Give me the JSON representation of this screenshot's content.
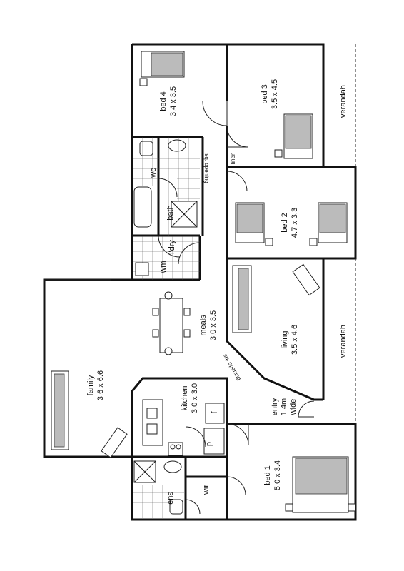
{
  "rooms": {
    "bed4": {
      "name": "bed 4",
      "dim": "3.4 x 3.5"
    },
    "bed3": {
      "name": "bed 3",
      "dim": "3.5 x 4.5"
    },
    "verandah_top": {
      "name": "verandah"
    },
    "bed2": {
      "name": "bed 2",
      "dim": "4.7 x 3.3"
    },
    "living": {
      "name": "living",
      "dim": "3.5 x 4.6"
    },
    "verandah_bottom": {
      "name": "verandah"
    },
    "meals": {
      "name": "meals",
      "dim": "3.0 x 3.5"
    },
    "family": {
      "name": "family",
      "dim": "3.6 x 6.6"
    },
    "kitchen": {
      "name": "kitchen",
      "dim": "3.0 x 3.0"
    },
    "entry": {
      "name": "entry",
      "dim": "1.4m",
      "note": "wide"
    },
    "bed1": {
      "name": "bed 1",
      "dim": "5.0 x 3.4"
    }
  },
  "small_rooms": {
    "wc": "wc",
    "bath": "bath",
    "ldry": "l'dry",
    "wm": "wm",
    "linen": "linen",
    "ens": "ens",
    "wir": "wir",
    "pantry": "p",
    "fridge": "f"
  },
  "annotations": {
    "opening1": "sq. opening",
    "opening2": "sq. opening"
  }
}
